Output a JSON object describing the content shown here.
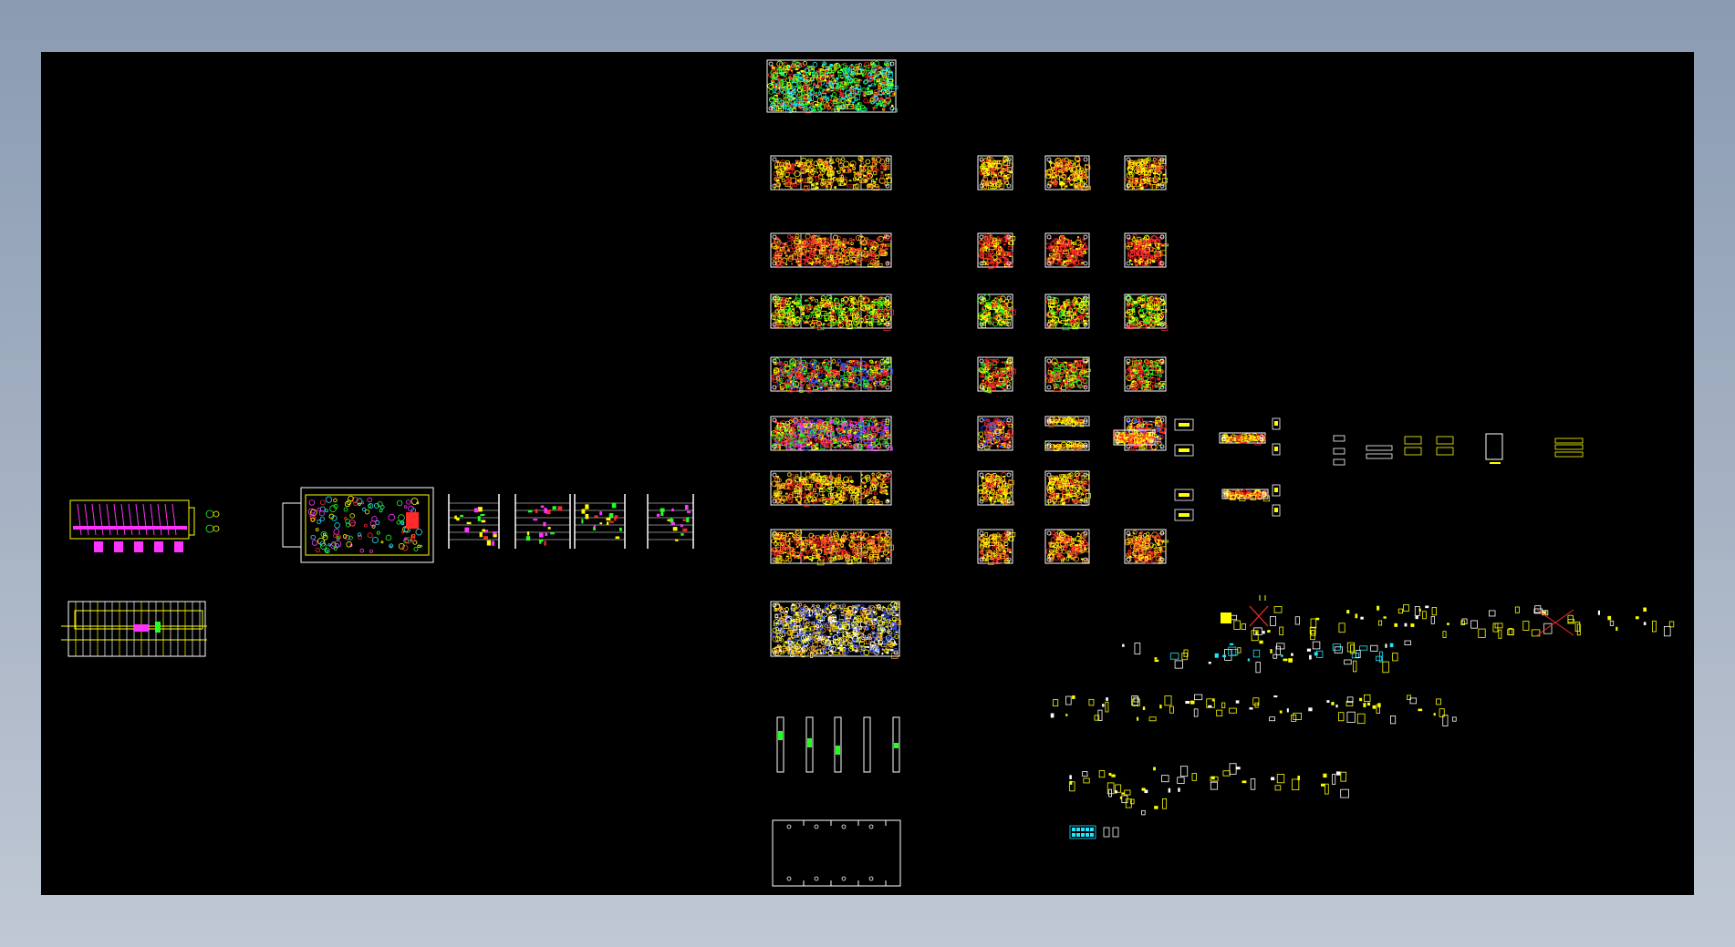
{
  "viewport": {
    "background": "#000000",
    "canvas_background_gradient": [
      "#8a9bb2",
      "#c0c8d4"
    ]
  },
  "colors": {
    "line_white": "#ffffff",
    "line_yellow": "#ffff00",
    "line_red": "#ff2a2a",
    "line_green": "#22ff22",
    "line_cyan": "#22e6ff",
    "line_magenta": "#ff33ff",
    "line_blue": "#3355ff",
    "line_orange": "#ffaa22"
  },
  "drawing": {
    "description_visible": false,
    "sheet_count_main_column": 11,
    "plate_grid_rows": 7,
    "plate_grid_cols": 3
  }
}
